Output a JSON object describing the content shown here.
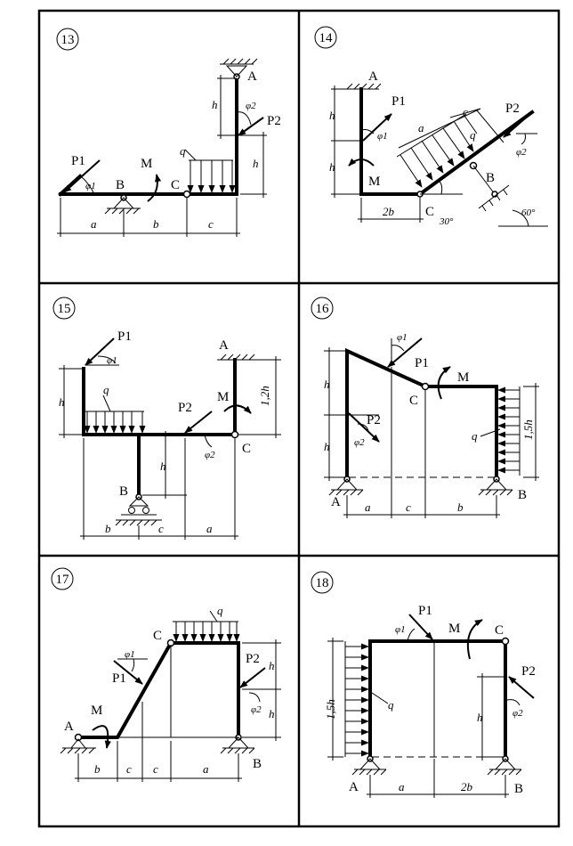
{
  "problems": [
    {
      "number": "13",
      "points": [
        "A",
        "B",
        "C"
      ],
      "loads": [
        "P1",
        "P2",
        "M",
        "q"
      ],
      "angles": [
        "φ1",
        "φ2"
      ],
      "dimensions": [
        "a",
        "b",
        "c",
        "h",
        "h"
      ]
    },
    {
      "number": "14",
      "points": [
        "A",
        "B",
        "C"
      ],
      "loads": [
        "P1",
        "P2",
        "M",
        "q"
      ],
      "angles": [
        "φ1",
        "φ2",
        "30°",
        "60°"
      ],
      "dimensions": [
        "h",
        "h",
        "2b",
        "a",
        "c"
      ]
    },
    {
      "number": "15",
      "points": [
        "A",
        "B",
        "C"
      ],
      "loads": [
        "P1",
        "P2",
        "M",
        "q"
      ],
      "angles": [
        "φ1",
        "φ2"
      ],
      "dimensions": [
        "h",
        "1,2h",
        "h",
        "b",
        "c",
        "a"
      ]
    },
    {
      "number": "16",
      "points": [
        "A",
        "B",
        "C"
      ],
      "loads": [
        "P1",
        "P2",
        "M",
        "q"
      ],
      "angles": [
        "φ1",
        "φ2"
      ],
      "dimensions": [
        "h",
        "h",
        "1,5h",
        "a",
        "c",
        "b"
      ]
    },
    {
      "number": "17",
      "points": [
        "A",
        "B",
        "C"
      ],
      "loads": [
        "P1",
        "P2",
        "M",
        "q"
      ],
      "angles": [
        "φ1",
        "φ2"
      ],
      "dimensions": [
        "h",
        "h",
        "b",
        "c",
        "c",
        "a"
      ]
    },
    {
      "number": "18",
      "points": [
        "A",
        "B",
        "C"
      ],
      "loads": [
        "P1",
        "P2",
        "M",
        "q"
      ],
      "angles": [
        "φ1",
        "φ2"
      ],
      "dimensions": [
        "1,5h",
        "h",
        "a",
        "2b"
      ]
    }
  ]
}
